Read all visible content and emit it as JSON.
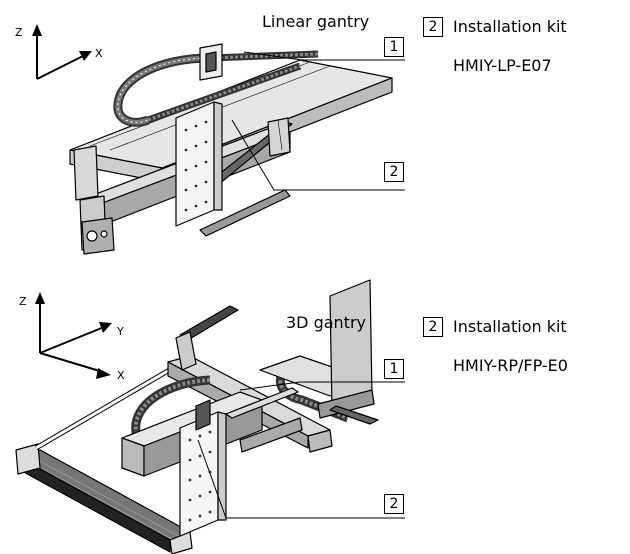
{
  "top": {
    "title": "Linear gantry",
    "axes": {
      "z": "Z",
      "x": "X"
    },
    "callout_1": "1",
    "callout_2": "2",
    "kit": {
      "number": "2",
      "line1": "Installation kit",
      "line2": "HMIY-LP-E07"
    }
  },
  "bottom": {
    "title": "3D gantry",
    "axes": {
      "z": "Z",
      "y": "Y",
      "x": "X"
    },
    "callout_1": "1",
    "callout_2": "2",
    "kit": {
      "number": "2",
      "line1": "Installation kit",
      "line2": "HMIY-RP/FP-E0"
    }
  }
}
